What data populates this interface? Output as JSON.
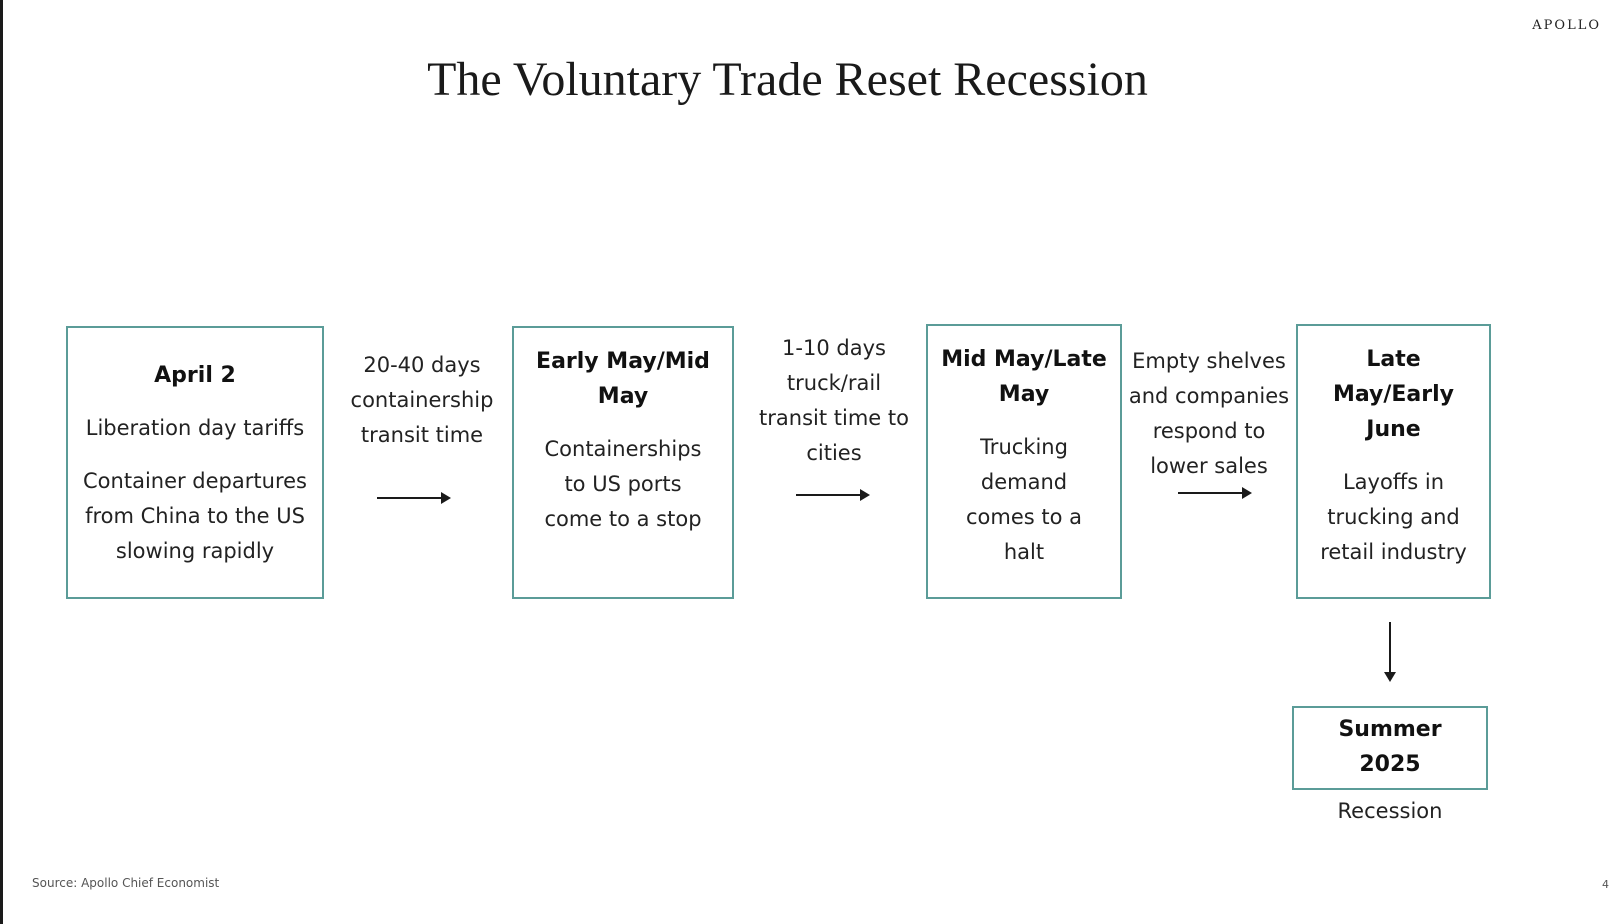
{
  "brand": "APOLLO",
  "title": "The Voluntary Trade Reset Recession",
  "stages": [
    {
      "heading": "April 2",
      "lines": [
        "Liberation day tariffs",
        "Container departures from China to the US slowing rapidly"
      ]
    },
    {
      "heading": "Early May/Mid May",
      "lines": [
        "Containerships to US ports come to a stop"
      ]
    },
    {
      "heading": "Mid May/Late May",
      "lines": [
        "Trucking demand comes to a halt"
      ]
    },
    {
      "heading": "Late May/Early June",
      "lines": [
        "Layoffs in trucking and retail industry"
      ]
    },
    {
      "heading": "Summer 2025",
      "lines": [
        "Recession"
      ]
    }
  ],
  "transitions": [
    "20-40 days containership transit time",
    "1-10 days truck/rail transit time to cities",
    "Empty shelves and companies respond to lower sales"
  ],
  "source": "Source: Apollo Chief Economist",
  "page_number": "4"
}
